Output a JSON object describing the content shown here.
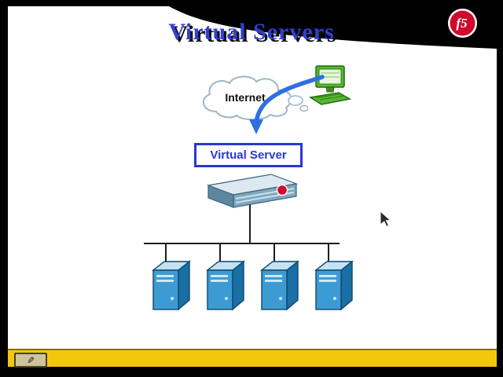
{
  "slide": {
    "title": "Virtual Servers",
    "diagram": {
      "internet_label": "Internet",
      "virtual_server_label": "Virtual Server",
      "pool_server_count": 4
    }
  },
  "branding": {
    "logo_text": "f5"
  },
  "toolbar": {
    "pen_icon_glyph": "✎"
  },
  "colors": {
    "frame_black": "#000000",
    "slide_background": "#ffffff",
    "title_blue": "#3140d0",
    "label_box_blue": "#2937d4",
    "arrow_blue": "#2f6fe4",
    "logo_red": "#cf0a2c",
    "server_front_blue": "#3d9bd4",
    "server_side_blue": "#1a6fa4",
    "server_top_blue": "#c4e2f2",
    "computer_green": "#55b82e",
    "toolbar_yellow": "#f3c80c"
  }
}
